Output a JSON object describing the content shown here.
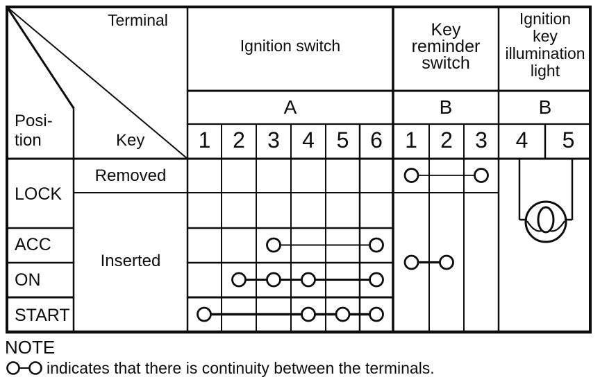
{
  "corner": {
    "terminal": "Terminal",
    "position_lines": [
      "Posi-",
      "tion"
    ],
    "key": "Key"
  },
  "column_groups": [
    {
      "title_lines": [
        "Ignition switch"
      ],
      "connector": "A",
      "terminals": [
        "1",
        "2",
        "3",
        "4",
        "5",
        "6"
      ]
    },
    {
      "title_lines": [
        "Key",
        "reminder",
        "switch"
      ],
      "connector": "B",
      "terminals": [
        "1",
        "2",
        "3"
      ]
    },
    {
      "title_lines": [
        "Ignition",
        "key",
        "illumination",
        "light"
      ],
      "connector": "B",
      "terminals": [
        "4",
        "5"
      ]
    }
  ],
  "rows": {
    "positions": [
      "LOCK",
      "ACC",
      "ON",
      "START"
    ],
    "key_states": [
      "Removed",
      "Inserted"
    ]
  },
  "continuity": [
    {
      "position": "LOCK",
      "key_state": "Removed",
      "section": "Key reminder switch",
      "terminals": [
        "B1",
        "B3"
      ],
      "row": "removed"
    },
    {
      "position": "ACC",
      "key_state": "Inserted",
      "section": "Ignition switch",
      "terminals": [
        "A3",
        "A6"
      ],
      "row": "acc"
    },
    {
      "position": "ON",
      "key_state": "Inserted",
      "section": "Ignition switch",
      "terminals": [
        "A2",
        "A3",
        "A4",
        "A6"
      ],
      "row": "on"
    },
    {
      "position": "START",
      "key_state": "Inserted",
      "section": "Ignition switch",
      "terminals": [
        "A1",
        "A4",
        "A5",
        "A6"
      ],
      "row": "start"
    },
    {
      "position": "LOCK-START",
      "key_state": "Inserted",
      "section": "Key reminder switch",
      "terminals": [
        "B1",
        "B2"
      ],
      "row": "inserted"
    }
  ],
  "lamp": {
    "section": "Ignition key illumination light",
    "between_terminals": [
      "4",
      "5"
    ]
  },
  "note": {
    "title": "NOTE",
    "symbol": "O–O",
    "text": "indicates that there is continuity between the terminals."
  },
  "ink_color": "#0c0c0c"
}
